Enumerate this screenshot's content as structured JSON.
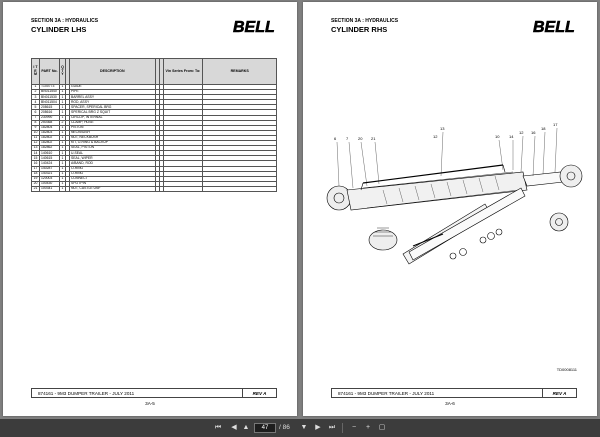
{
  "left_page": {
    "section": "SECTION 3A : HYDRAULICS",
    "title": "CYLINDER LHS",
    "logo": "BELL",
    "table": {
      "headers": {
        "item": "I T E M",
        "part": "PART No.",
        "qty": "Q T Y",
        "description": "DESCRIPTION",
        "vin": "Vin Series From: To:",
        "remarks": "REMARKS"
      },
      "rows": [
        [
          "1",
          "T100773",
          "1",
          "GUIDE"
        ],
        [
          "2",
          "BN011540",
          "1",
          "PIPE"
        ],
        [
          "3",
          "BN011530",
          "1",
          "BARREL ASSY"
        ],
        [
          "4",
          "BN011504",
          "1",
          "ROD, ASSY"
        ],
        [
          "5",
          "208615",
          "1",
          "SPACER, SPERICAL BRG"
        ],
        [
          "6",
          "208616",
          "1",
          "SPERICAL BRG Z SQUIT"
        ],
        [
          "7",
          "230990",
          "1",
          "CIRCLIP, INTERNAL"
        ],
        [
          "8",
          "250368",
          "2",
          "CLAMP, HOSE"
        ],
        [
          "9",
          "182804",
          "1",
          "PISTON"
        ],
        [
          "10",
          "182803",
          "1",
          "NECKBUSH"
        ],
        [
          "11",
          "182802",
          "1",
          "NUT, NECKBUSH"
        ],
        [
          "12",
          "182802",
          "1",
          "KIT, O-RING & BACKUP"
        ],
        [
          "13",
          "182862",
          "1",
          "SEAL, PISTON"
        ],
        [
          "14",
          "140610",
          "1",
          "U-SEAL"
        ],
        [
          "15",
          "140615",
          "1",
          "SEAL, WIPER"
        ],
        [
          "16",
          "140424",
          "1",
          "A/BAND, ROD"
        ],
        [
          "17",
          "140287",
          "1",
          "O-RING"
        ],
        [
          "18",
          "140321",
          "1",
          "O-RING"
        ],
        [
          "19",
          "120003",
          "1",
          "CONNECT"
        ],
        [
          "20",
          "100430",
          "1",
          "SPLITPIN"
        ],
        [
          "21",
          "100341",
          "1",
          "NUT, CASTLE UNF"
        ]
      ]
    },
    "footer_text": "874161 - 9M3 DUMPER TRAILER - JULY 2011",
    "rev": "REV A",
    "page_number": "3A-5"
  },
  "right_page": {
    "section": "SECTION 3A : HYDRAULICS",
    "title": "CYLINDER RHS",
    "logo": "BELL",
    "drawing_code": "TD0008111",
    "footer_text": "874161 - 9M3 DUMPER TRAILER - JULY 2011",
    "rev": "REV A",
    "page_number": "3A-6"
  },
  "toolbar": {
    "current_page": "47",
    "total_pages": "/ 86"
  }
}
